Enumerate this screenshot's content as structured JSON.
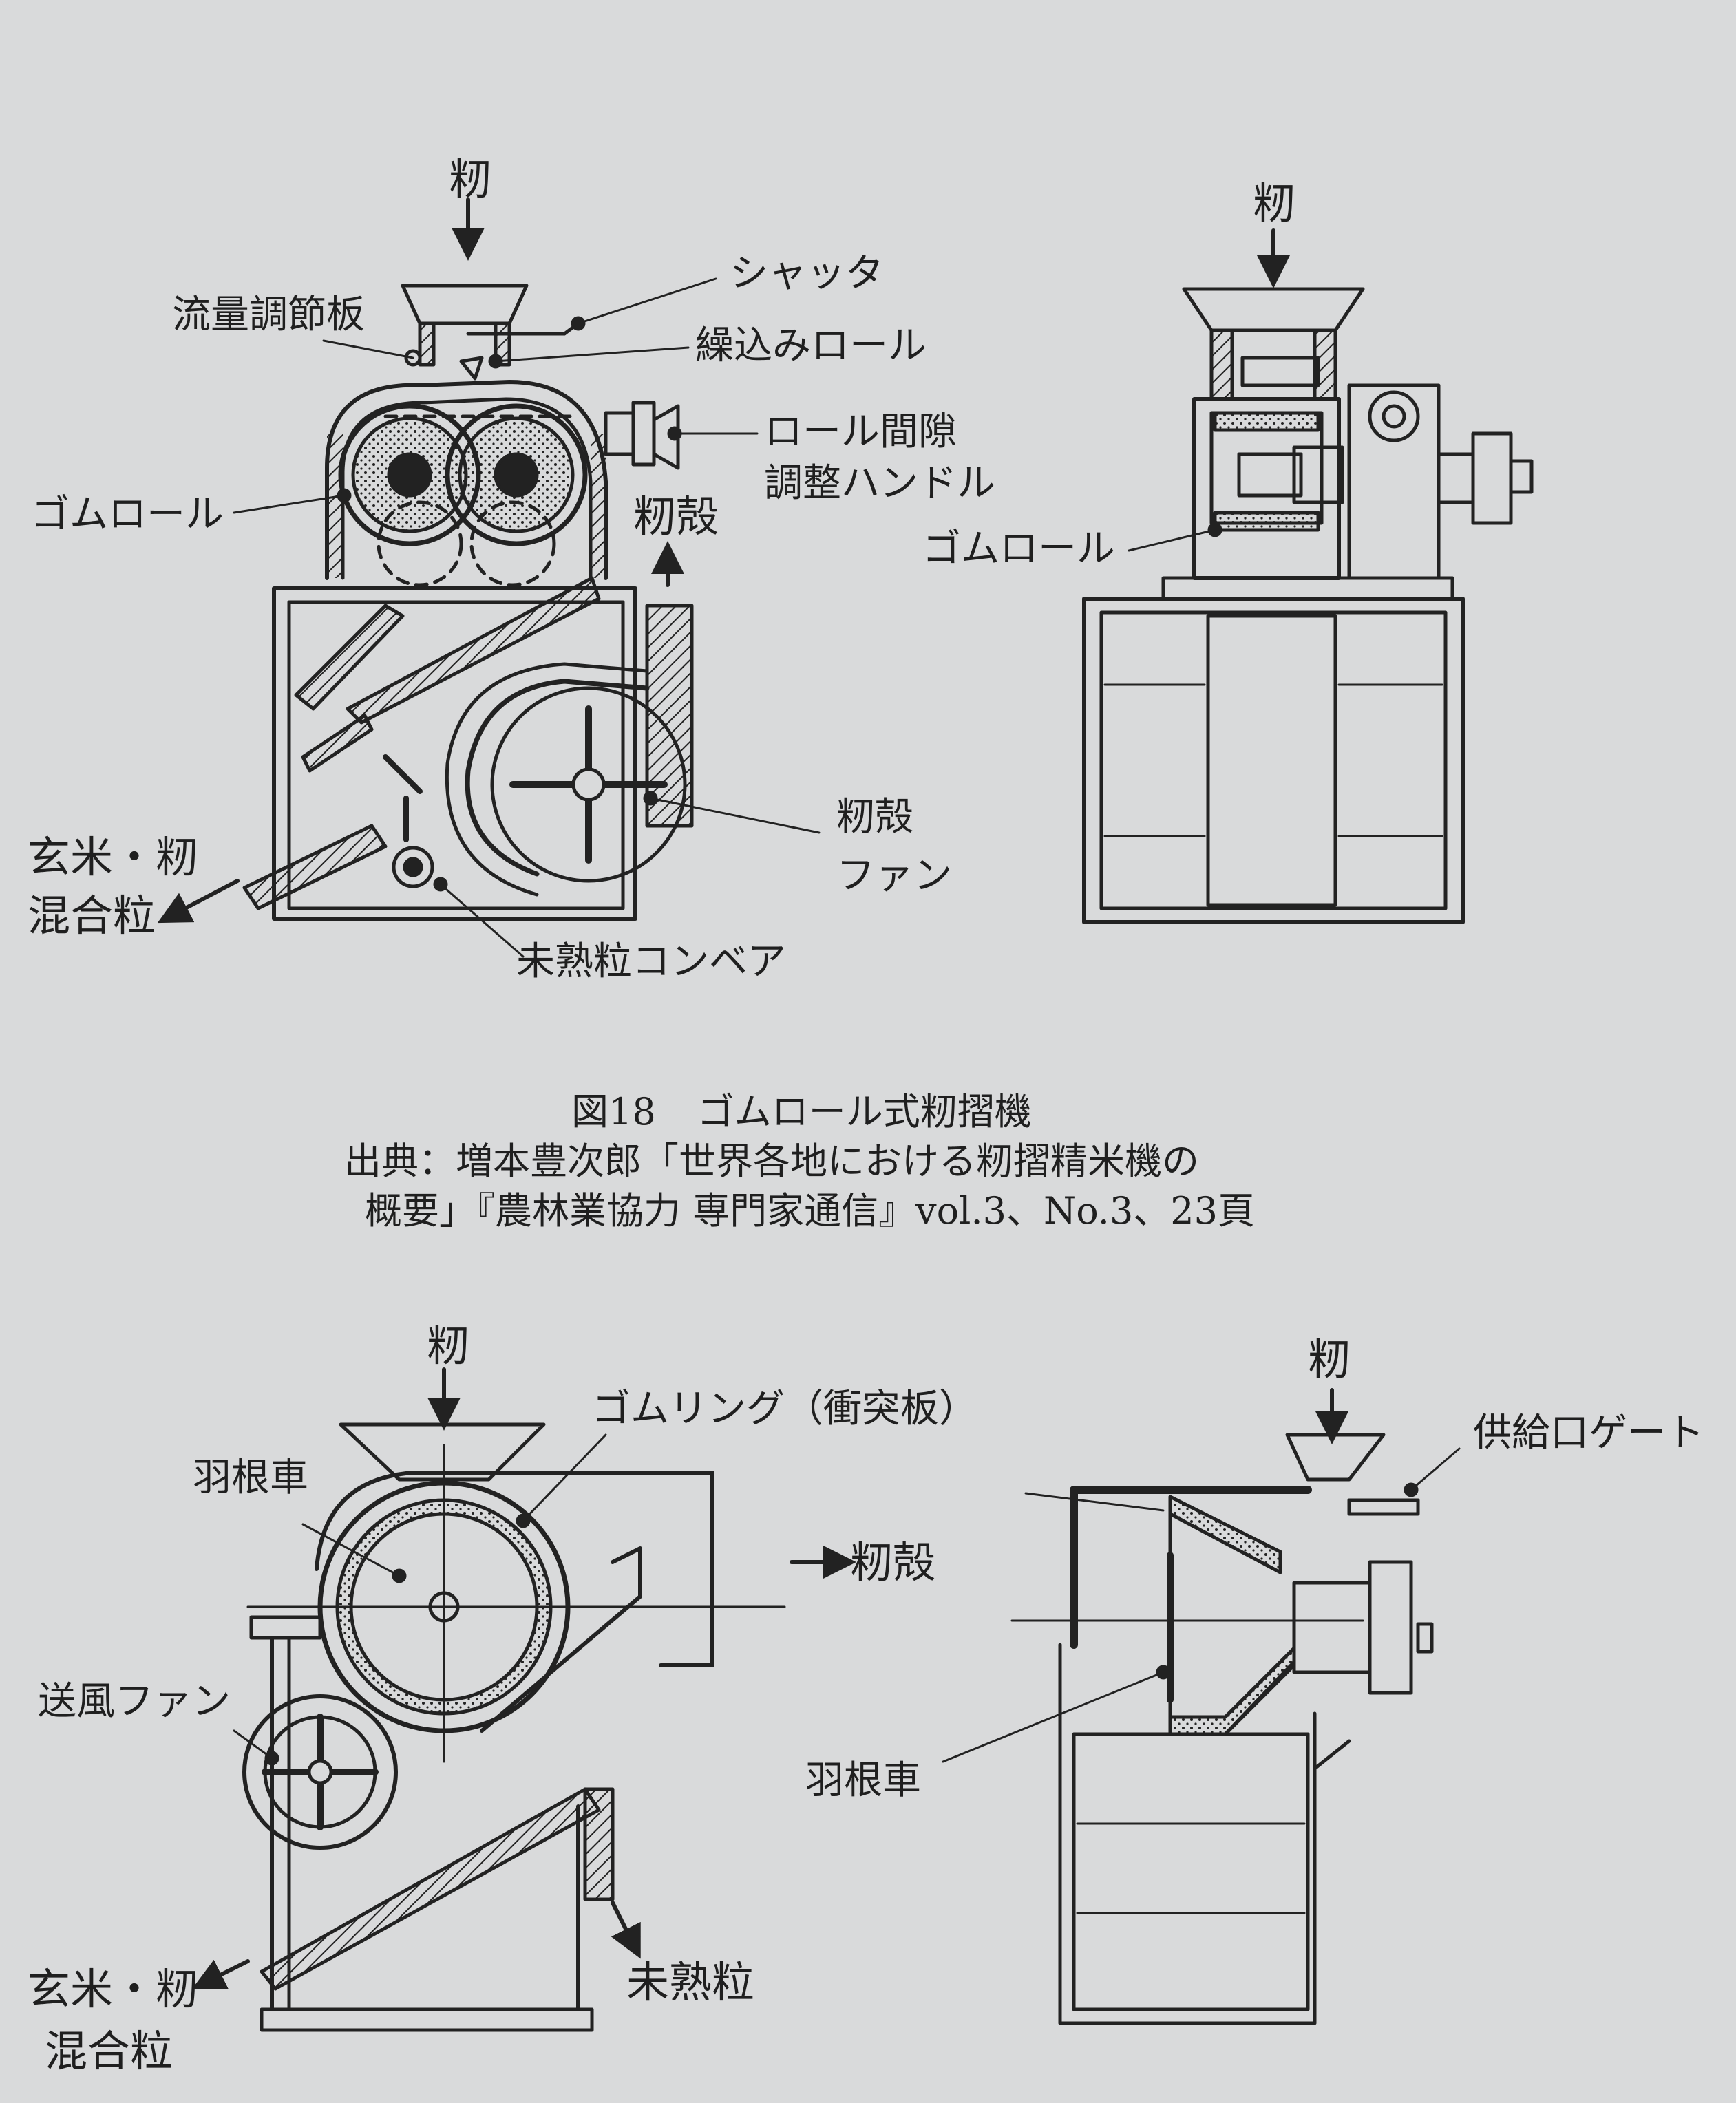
{
  "figure18": {
    "caption_number": "図18",
    "caption_title": "ゴムロール式籾摺機",
    "source_line1": "出典：増本豊次郎「世界各地における籾摺精米機の",
    "source_line2": "概要」『農林業協力 専門家通信』vol.3、No.3、23頁",
    "left_labels": {
      "inlet": "籾",
      "shutter": "シャッタ",
      "flow_plate": "流量調節板",
      "feed_roll": "繰込みロール",
      "gap_handle_1": "ロール間隙",
      "gap_handle_2": "調整ハンドル",
      "rubber_roll": "ゴムロール",
      "husk_out": "籾殻",
      "husk_fan_1": "籾殻",
      "husk_fan_2": "ファン",
      "mix_out_1": "玄米・籾",
      "mix_out_2": "混合粒",
      "conveyor": "未熟粒コンベア"
    },
    "right_labels": {
      "inlet": "籾",
      "rubber_roll": "ゴムロール"
    }
  },
  "figure_bottom": {
    "left_labels": {
      "inlet": "籾",
      "rubber_ring": "ゴムリング（衝突板）",
      "impeller": "羽根車",
      "husk_out": "籾殻",
      "blower": "送風ファン",
      "mix_out_1": "玄米・籾",
      "mix_out_2": "混合粒",
      "immature": "未熟粒"
    },
    "right_labels": {
      "inlet": "籾",
      "gate": "供給口ゲート",
      "impeller": "羽根車"
    }
  }
}
